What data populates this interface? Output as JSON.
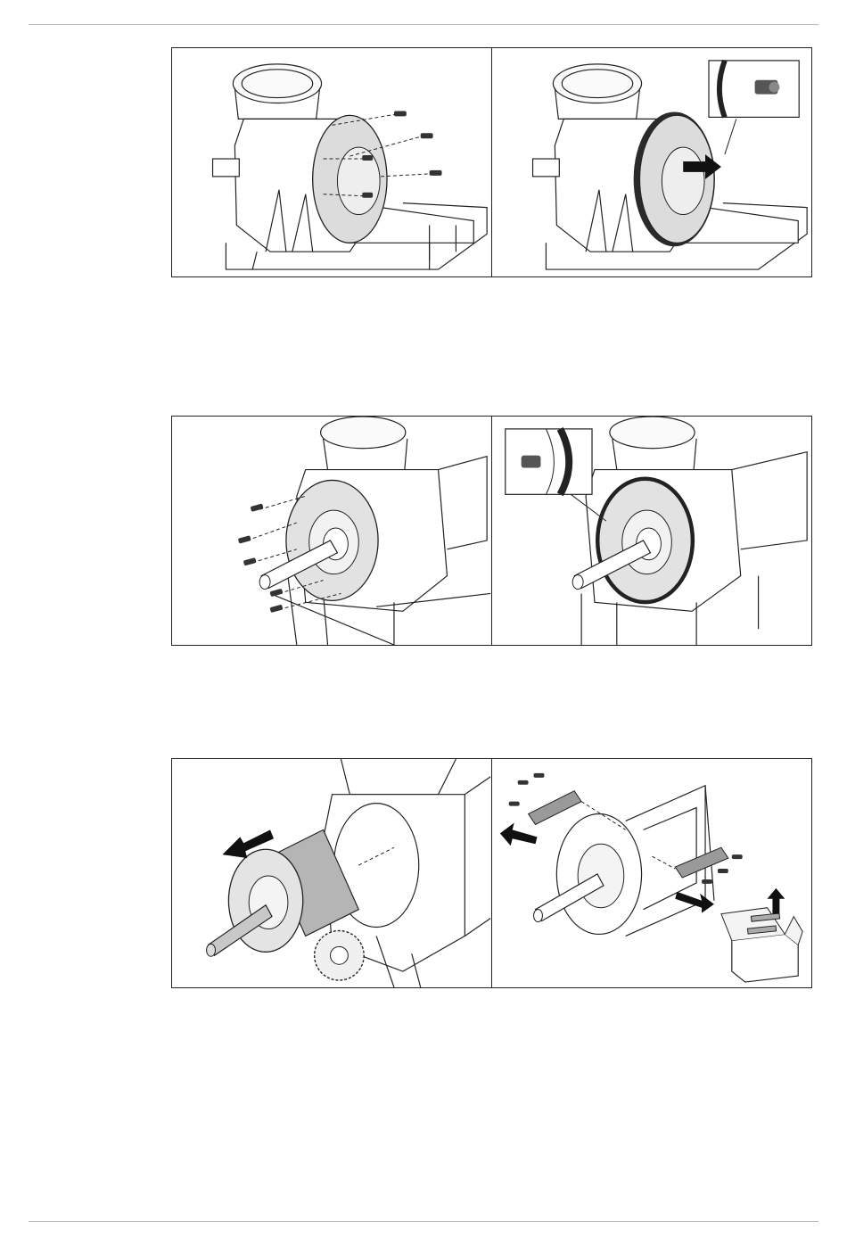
{
  "document": {
    "figures": [
      {
        "panels": [
          "remove-cover-screws",
          "pull-off-end-cover"
        ]
      },
      {
        "panels": [
          "remove-flange-screws",
          "flange-with-gasket"
        ]
      },
      {
        "panels": [
          "pull-out-rotor",
          "replace-rotor-blades"
        ]
      }
    ]
  }
}
